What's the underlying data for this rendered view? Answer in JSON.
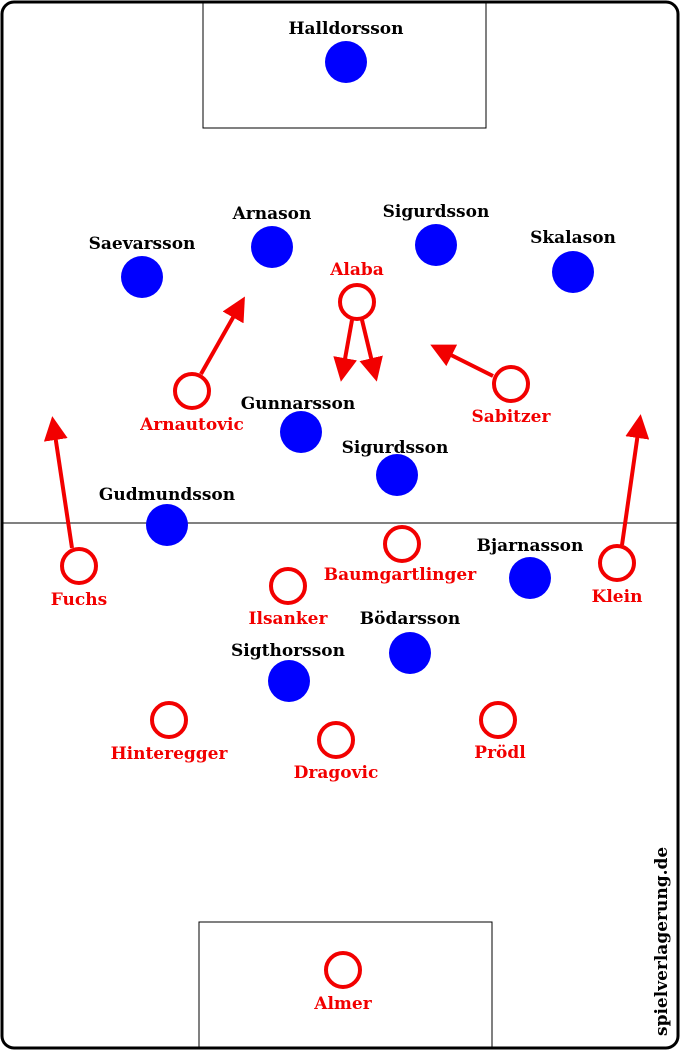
{
  "colors": {
    "home": "#0000ff",
    "away": "#f20000",
    "lines": "#000000"
  },
  "watermark": "spielverlagerung.de",
  "blue_players": [
    {
      "name": "Halldorsson"
    },
    {
      "name": "Arnason"
    },
    {
      "name": "Sigurdsson"
    },
    {
      "name": "Saevarsson"
    },
    {
      "name": "Skalason"
    },
    {
      "name": "Gunnarsson"
    },
    {
      "name": "Sigurdsson"
    },
    {
      "name": "Gudmundsson"
    },
    {
      "name": "Bjarnasson"
    },
    {
      "name": "Bödarsson"
    },
    {
      "name": "Sigthorsson"
    }
  ],
  "red_players": [
    {
      "name": "Alaba"
    },
    {
      "name": "Arnautovic"
    },
    {
      "name": "Sabitzer"
    },
    {
      "name": "Fuchs"
    },
    {
      "name": "Klein"
    },
    {
      "name": "Baumgartlinger"
    },
    {
      "name": "Ilsanker"
    },
    {
      "name": "Hinteregger"
    },
    {
      "name": "Dragovic"
    },
    {
      "name": "Prödl"
    },
    {
      "name": "Almer"
    }
  ]
}
